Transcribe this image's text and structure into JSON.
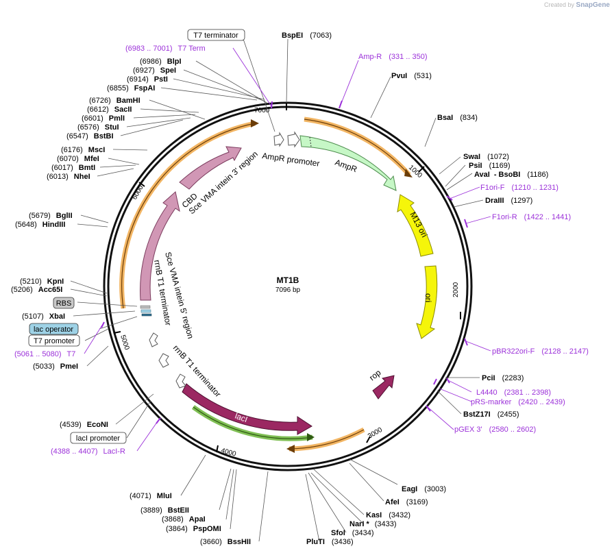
{
  "watermark": {
    "created_by": "Created by",
    "brand": "SnapGene"
  },
  "plasmid": {
    "name": "MT1B",
    "length_label": "7096 bp",
    "length": 7096
  },
  "colors": {
    "ampr": "#c6f7c6",
    "ori": "#f5f50a",
    "laci": "#9b2862",
    "sce": "#d197b5",
    "orange_band": "#f0a848",
    "green_band": "#72b842",
    "primer": "#9b30d9",
    "lac_operator": "#9ed2e6",
    "rbs": "#c8c8c8"
  },
  "site_labels": [
    {
      "name": "BspEI",
      "pos": "(7063)"
    },
    {
      "name": "PvuI",
      "pos": "(531)"
    },
    {
      "name": "BsaI",
      "pos": "(834)"
    },
    {
      "name": "SwaI",
      "pos": "(1072)"
    },
    {
      "name": "PsiI",
      "pos": "(1169)"
    },
    {
      "name": "AvaI",
      "pos": "(1186)",
      "extra": "- BsoBI"
    },
    {
      "name": "DraIII",
      "pos": "(1297)"
    },
    {
      "name": "PciI",
      "pos": "(2283)"
    },
    {
      "name": "BstZ17I",
      "pos": "(2455)"
    },
    {
      "name": "EagI",
      "pos": "(3003)"
    },
    {
      "name": "AfeI",
      "pos": "(3169)"
    },
    {
      "name": "KasI",
      "pos": "(3432)"
    },
    {
      "name": "NarI *",
      "pos": "(3433)"
    },
    {
      "name": "SfoI",
      "pos": "(3434)"
    },
    {
      "name": "PluTI",
      "pos": "(3436)"
    },
    {
      "name": "BssHII",
      "pos": "(3660)"
    },
    {
      "name": "PspOMI",
      "pos": "(3864)"
    },
    {
      "name": "ApaI",
      "pos": "(3868)"
    },
    {
      "name": "BstEII",
      "pos": "(3889)"
    },
    {
      "name": "MluI",
      "pos": "(4071)"
    },
    {
      "name": "EcoNI",
      "pos": "(4539)"
    },
    {
      "name": "PmeI",
      "pos": "(5033)"
    },
    {
      "name": "XbaI",
      "pos": "(5107)"
    },
    {
      "name": "Acc65I",
      "pos": "(5206)"
    },
    {
      "name": "KpnI",
      "pos": "(5210)"
    },
    {
      "name": "HindIII",
      "pos": "(5648)"
    },
    {
      "name": "BglII",
      "pos": "(5679)"
    },
    {
      "name": "NheI",
      "pos": "(6013)"
    },
    {
      "name": "BmtI",
      "pos": "(6017)"
    },
    {
      "name": "MfeI",
      "pos": "(6070)"
    },
    {
      "name": "MscI",
      "pos": "(6176)"
    },
    {
      "name": "BstBI",
      "pos": "(6547)"
    },
    {
      "name": "StuI",
      "pos": "(6576)"
    },
    {
      "name": "PmlI",
      "pos": "(6601)"
    },
    {
      "name": "SacII",
      "pos": "(6612)"
    },
    {
      "name": "BamHI",
      "pos": "(6726)"
    },
    {
      "name": "FspAI",
      "pos": "(6855)"
    },
    {
      "name": "PstI",
      "pos": "(6914)"
    },
    {
      "name": "SpeI",
      "pos": "(6927)"
    },
    {
      "name": "BlpI",
      "pos": "(6986)"
    }
  ],
  "primer_labels": [
    {
      "name": "Amp-R",
      "range": "(331 .. 350)"
    },
    {
      "name": "F1ori-F",
      "range": "(1210 .. 1231)"
    },
    {
      "name": "F1ori-R",
      "range": "(1422 .. 1441)"
    },
    {
      "name": "pBR322ori-F",
      "range": "(2128 .. 2147)"
    },
    {
      "name": "L4440",
      "range": "(2381 .. 2398)"
    },
    {
      "name": "pRS-marker",
      "range": "(2420 .. 2439)"
    },
    {
      "name": "pGEX 3'",
      "range": "(2580 .. 2602)"
    },
    {
      "name": "LacI-R",
      "range": "(4388 .. 4407)"
    },
    {
      "name": "T7",
      "range": "(5061 .. 5080)"
    },
    {
      "name": "T7 Term",
      "range": "(6983 .. 7001)"
    }
  ],
  "boxed_labels": {
    "t7_terminator": "T7 terminator",
    "laci_promoter": "lacI promoter",
    "t7_promoter": "T7 promoter",
    "lac_operator": "lac operator",
    "rbs": "RBS"
  },
  "features": {
    "ampr_promoter": "AmpR promoter",
    "ampr": "AmpR",
    "m13_ori": "M13 ori",
    "ori": "ori",
    "rop": "rop",
    "laci": "lacI",
    "rrnb_t1_a": "rrnB T1 terminator",
    "rrnb_t1_b": "rrnB T1 terminator",
    "sce_5": "Sce VMA intein 5' region",
    "sce_3": "Sce VMA intein 3' region",
    "cbd": "CBD"
  },
  "ticks": [
    "1000",
    "2000",
    "3000",
    "4000",
    "5000",
    "6000",
    "7000"
  ]
}
